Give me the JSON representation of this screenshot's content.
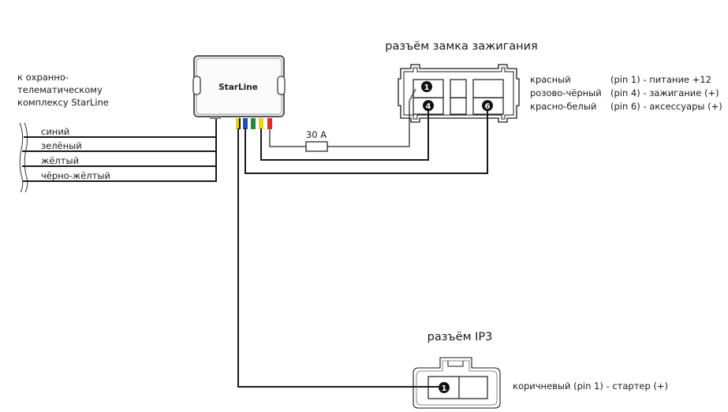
{
  "left_label": {
    "lines": [
      "к охранно-",
      "телематическому",
      "комплексу StarLine"
    ]
  },
  "bundle_wires": [
    "синий",
    "зелёный",
    "жёлтый",
    "чёрно-жёлтый"
  ],
  "module": {
    "brand": "StarLine",
    "pigtail_colors": [
      "#e7d21f",
      "#1f4fb5",
      "#1e8a3c",
      "#e7d21f",
      "#e8262a"
    ]
  },
  "fuse": {
    "label": "30 A"
  },
  "ignition_connector": {
    "title": "разъём замка зажигания",
    "pins": [
      {
        "pin": "1",
        "wire": "красный",
        "desc": "(pin 1) - питание +12"
      },
      {
        "pin": "4",
        "wire": "розово-чёрный",
        "desc": "(pin 4) -  зажигание (+)"
      },
      {
        "pin": "6",
        "wire": "красно-белый",
        "desc": "(pin 6) - аксессуары (+)"
      }
    ]
  },
  "ip3_connector": {
    "title": "разъём IP3",
    "pins": [
      {
        "pin": "1",
        "desc": "коричневый (pin 1) - стартер (+)"
      }
    ]
  }
}
